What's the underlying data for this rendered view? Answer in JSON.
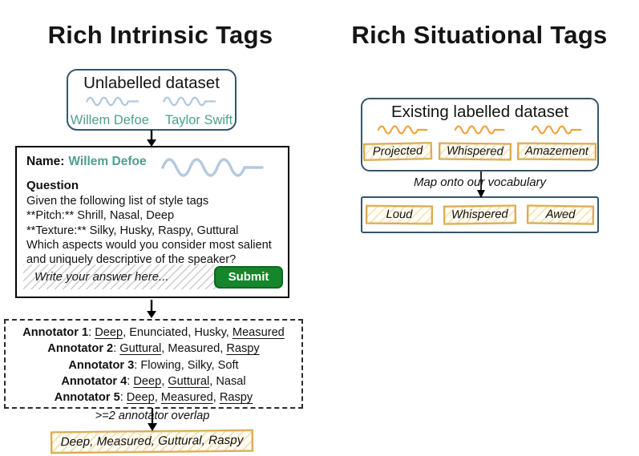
{
  "titles": {
    "left": "Rich Intrinsic Tags",
    "right": "Rich Situational Tags"
  },
  "intrinsic": {
    "dataset": {
      "title": "Unlabelled dataset",
      "speakers": [
        "Willem Defoe",
        "Taylor Swift"
      ]
    },
    "question_card": {
      "name_label": "Name:",
      "name_value": "Willem Defoe",
      "question_label": "Question",
      "lines": [
        "Given the following list of style tags",
        "**Pitch:** Shrill, Nasal, Deep",
        "**Texture:** Silky, Husky, Raspy, Guttural",
        "Which aspects would you consider most salient",
        "and uniquely descriptive of the speaker?"
      ],
      "answer_placeholder": "Write your answer here...",
      "submit_label": "Submit"
    },
    "annotators": {
      "rows": [
        {
          "label": "Annotator 1",
          "tags": [
            {
              "text": "Deep",
              "underline": true
            },
            {
              "text": "Enunciated",
              "underline": false
            },
            {
              "text": "Husky",
              "underline": false
            },
            {
              "text": "Measured",
              "underline": true
            }
          ]
        },
        {
          "label": "Annotator 2",
          "tags": [
            {
              "text": "Guttural",
              "underline": true
            },
            {
              "text": "Measured",
              "underline": false
            },
            {
              "text": "Raspy",
              "underline": true
            }
          ]
        },
        {
          "label": "Annotator 3",
          "tags": [
            {
              "text": "Flowing",
              "underline": false
            },
            {
              "text": "Silky",
              "underline": false
            },
            {
              "text": "Soft",
              "underline": false
            }
          ]
        },
        {
          "label": "Annotator 4",
          "tags": [
            {
              "text": "Deep",
              "underline": true
            },
            {
              "text": "Guttural",
              "underline": true
            },
            {
              "text": "Nasal",
              "underline": false
            }
          ]
        },
        {
          "label": "Annotator 5",
          "tags": [
            {
              "text": "Deep",
              "underline": true
            },
            {
              "text": "Measured",
              "underline": true
            },
            {
              "text": "Raspy",
              "underline": true
            }
          ]
        }
      ],
      "overlap_note": ">=2 annotator overlap",
      "result": "Deep, Measured, Guttural, Raspy"
    }
  },
  "situational": {
    "dataset": {
      "title": "Existing labelled dataset",
      "tags": [
        "Projected",
        "Whispered",
        "Amazement"
      ]
    },
    "map_note": "Map onto our vocabulary",
    "vocabulary": {
      "tags": [
        "Loud",
        "Whispered",
        "Awed"
      ]
    }
  },
  "icons": {
    "waveform_blue": "waveform-icon",
    "waveform_orange": "waveform-icon",
    "down_arrow": "down-arrow-icon"
  },
  "colors": {
    "speaker_teal": "#4F9F90",
    "wave_blue": "#B1C8DE",
    "wave_orange": "#F2A33C",
    "sketch_gold_border": "#D9AA4B",
    "round_box_border": "#34566A",
    "submit_green": "#15862B"
  }
}
